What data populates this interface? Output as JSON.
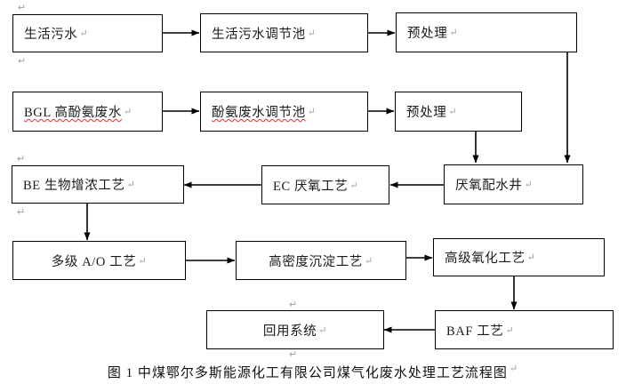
{
  "figure": {
    "caption": "图 1 中煤鄂尔多斯能源化工有限公司煤气化废水处理工艺流程图",
    "caption_mark": "↵",
    "background": "#ffffff",
    "line_color": "#000000",
    "text_color": "#1a1a1a",
    "spellcheck_color": "#e03030"
  },
  "nodes": [
    {
      "id": "domestic-sewage",
      "label": "生活污水",
      "mark": "↵",
      "align": "left"
    },
    {
      "id": "domestic-sewage-tank",
      "label": "生活污水调节池",
      "mark": "↵",
      "align": "left"
    },
    {
      "id": "pretreatment-1",
      "label": "预处理",
      "mark": "↵",
      "align": "left"
    },
    {
      "id": "bgl-phenol-ammonia-water",
      "label": "BGL 高酚氨废水",
      "mark": "↵",
      "align": "left"
    },
    {
      "id": "phenol-ammonia-tank",
      "label": "酚氨废水调节池",
      "mark": "↵",
      "align": "left"
    },
    {
      "id": "pretreatment-2",
      "label": "预处理",
      "mark": "↵",
      "align": "left"
    },
    {
      "id": "be-bio-enrichment",
      "label": "BE 生物增浓工艺",
      "mark": "↵",
      "align": "left"
    },
    {
      "id": "ec-anaerobic",
      "label": "EC 厌氧工艺",
      "mark": "↵",
      "align": "left"
    },
    {
      "id": "anaerobic-water-well",
      "label": "厌氧配水井",
      "mark": "↵",
      "align": "left"
    },
    {
      "id": "multistage-ao",
      "label": "多级 A/O 工艺",
      "mark": "↵",
      "align": "center"
    },
    {
      "id": "high-density-settling",
      "label": "高密度沉淀工艺",
      "mark": "↵",
      "align": "center"
    },
    {
      "id": "advanced-oxidation",
      "label": "高级氧化工艺",
      "mark": "↵",
      "align": "left"
    },
    {
      "id": "reuse-system",
      "label": "回用系统",
      "mark": "↵",
      "align": "center"
    },
    {
      "id": "baf-process",
      "label": "BAF 工艺",
      "mark": "↵",
      "align": "left"
    }
  ],
  "flow_edges": [
    {
      "from": "domestic-sewage",
      "to": "domestic-sewage-tank"
    },
    {
      "from": "domestic-sewage-tank",
      "to": "pretreatment-1"
    },
    {
      "from": "bgl-phenol-ammonia-water",
      "to": "phenol-ammonia-tank"
    },
    {
      "from": "phenol-ammonia-tank",
      "to": "pretreatment-2"
    },
    {
      "from": "pretreatment-1",
      "to": "anaerobic-water-well"
    },
    {
      "from": "pretreatment-2",
      "to": "anaerobic-water-well"
    },
    {
      "from": "anaerobic-water-well",
      "to": "ec-anaerobic"
    },
    {
      "from": "ec-anaerobic",
      "to": "be-bio-enrichment"
    },
    {
      "from": "be-bio-enrichment",
      "to": "multistage-ao"
    },
    {
      "from": "multistage-ao",
      "to": "high-density-settling"
    },
    {
      "from": "high-density-settling",
      "to": "advanced-oxidation"
    },
    {
      "from": "advanced-oxidation",
      "to": "baf-process"
    },
    {
      "from": "baf-process",
      "to": "reuse-system"
    }
  ],
  "editor_marks": [
    {
      "id": "mark-top-left",
      "glyph": "↵"
    },
    {
      "id": "mark-below-box1",
      "glyph": "↵"
    },
    {
      "id": "mark-above-be",
      "glyph": "↵"
    },
    {
      "id": "mark-below-be",
      "glyph": "↵"
    },
    {
      "id": "mark-above-reuse",
      "glyph": "↵"
    },
    {
      "id": "mark-below-reuse",
      "glyph": "↵"
    }
  ]
}
